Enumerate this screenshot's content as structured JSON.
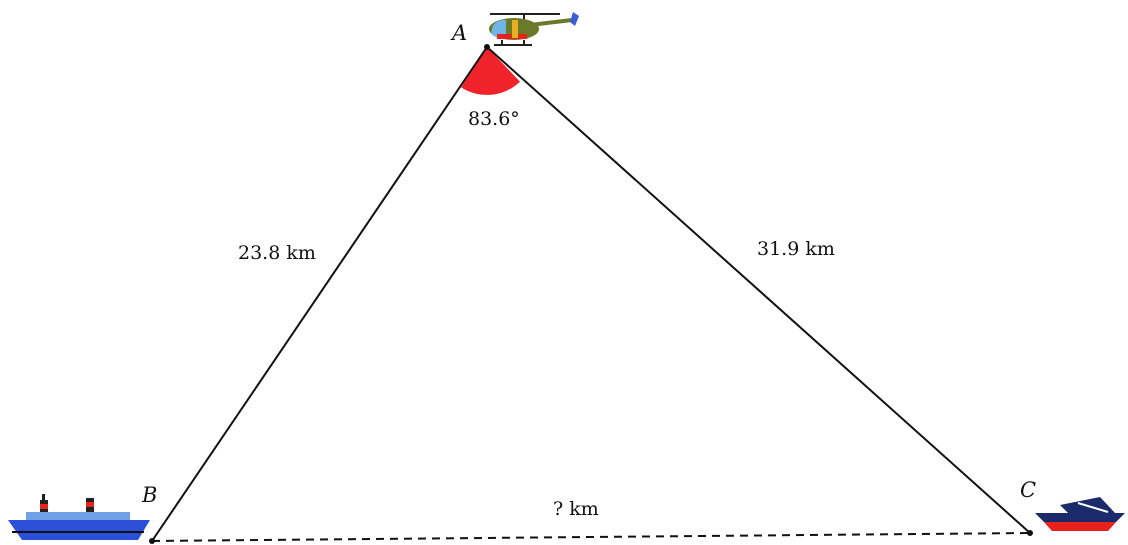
{
  "vertices": {
    "a": "A",
    "b": "B",
    "c": "C"
  },
  "angle_a": {
    "label": "83.6°",
    "degrees": 83.6
  },
  "sides": {
    "ab": "23.8 km",
    "ac": "31.9 km",
    "bc": "? km"
  },
  "icons": {
    "a": "helicopter-icon",
    "b": "ship-icon",
    "c": "boat-icon"
  },
  "colors": {
    "angle_fill": "#f0222a",
    "line": "#111111",
    "ship_hull": "#2b4fd6",
    "boat_hull": "#e8211a",
    "helicopter_body": "#6b7a2a"
  }
}
